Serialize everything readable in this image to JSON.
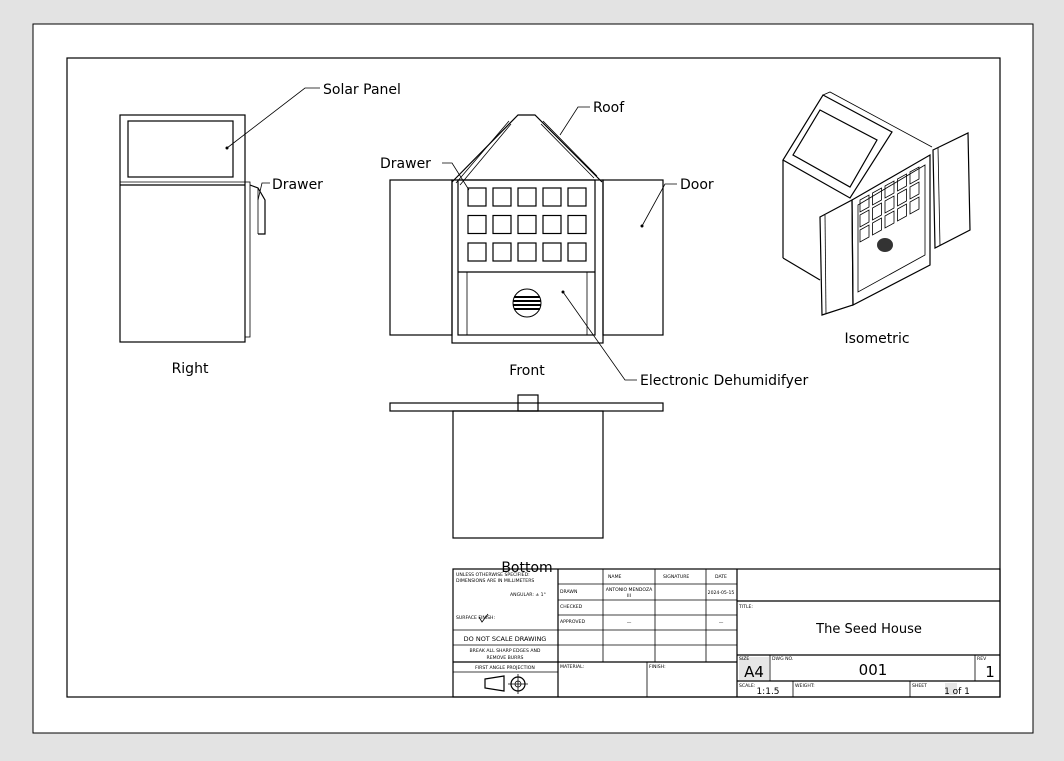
{
  "views": {
    "right": "Right",
    "front": "Front",
    "bottom": "Bottom",
    "isometric": "Isometric"
  },
  "callouts": {
    "solar_panel": "Solar Panel",
    "drawer_right": "Drawer",
    "roof": "Roof",
    "drawer_front": "Drawer",
    "door": "Door",
    "dehumidifier": "Electronic Dehumidifyer"
  },
  "title_block": {
    "notes": [
      "UNLESS OTHERWISE SPECIFIED:",
      "DIMENSIONS ARE IN MILLIMETERS"
    ],
    "angular": "ANGULAR: ± 1°",
    "surface_finish": "SURFACE FINISH:",
    "do_not_scale": "DO NOT SCALE DRAWING",
    "break_edges": [
      "BREAK ALL SHARP EDGES AND",
      "REMOVE BURRS"
    ],
    "projection": "FIRST ANGLE PROJECTION",
    "headers": {
      "name": "NAME",
      "signature": "SIGNATURE",
      "date": "DATE"
    },
    "rows": {
      "drawn": "DRAWN",
      "drawn_name": [
        "ANTONIO MENDOZA",
        "III"
      ],
      "drawn_date": "2024-05-15",
      "checked": "CHECKED",
      "approved": "APPROVED",
      "approved_name": "—",
      "approved_date": "—"
    },
    "material": "MATERIAL:",
    "finish": "FINISH:",
    "title_label": "TITLE:",
    "title": "The Seed House",
    "size_label": "SIZE",
    "size": "A4",
    "dwg_label": "DWG NO.",
    "dwg_no": "001",
    "rev_label": "REV",
    "rev": "1",
    "scale_label": "SCALE:",
    "scale": "1:1.5",
    "weight_label": "WEIGHT:",
    "sheet_label": "SHEET",
    "sheet": "1 of 1"
  }
}
